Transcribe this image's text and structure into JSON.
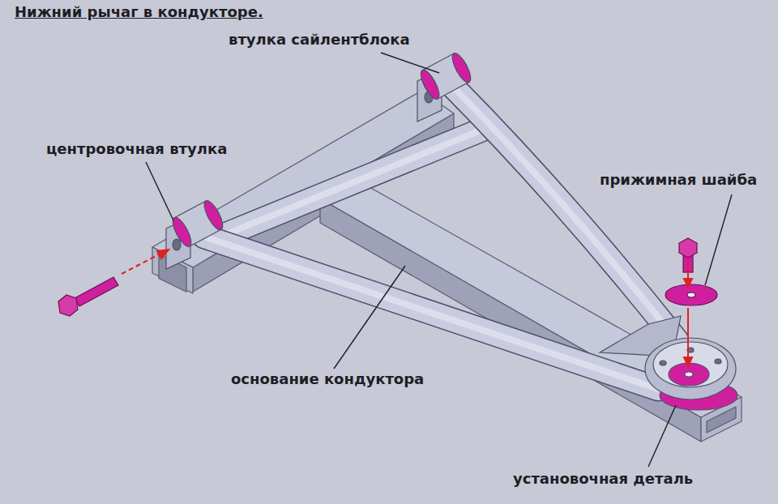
{
  "diagram": {
    "title": "Нижний рычаг в кондукторе.",
    "labels": [
      "втулка сайлентблока",
      "центровочная втулка",
      "прижимная шайба",
      "основание кондуктора",
      "установочная деталь"
    ]
  }
}
